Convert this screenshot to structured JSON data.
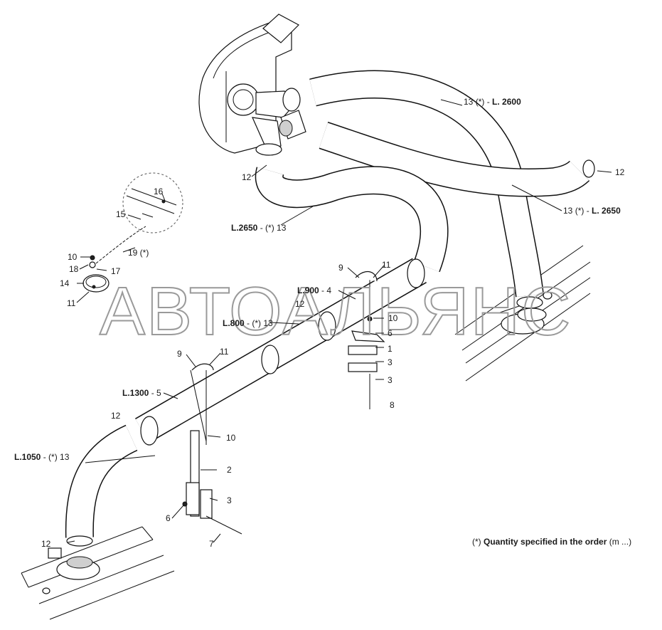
{
  "watermark": "АВТОАЛЬЯНС",
  "labels": {
    "hose_top_1": {
      "ref": "13",
      "qty": "(*)",
      "length": "L. 2600"
    },
    "hose_top_2": {
      "ref": "13",
      "qty": "(*)",
      "length": "L. 2650"
    },
    "hose_mid": {
      "length": "L.2650",
      "qty": "(*)",
      "ref": "13"
    },
    "pipe_900": {
      "length": "L.900",
      "ref": "4"
    },
    "hose_800": {
      "length": "L.800",
      "qty": "(*)",
      "ref": "13"
    },
    "pipe_1300": {
      "length": "L.1300",
      "ref": "5"
    },
    "hose_1050": {
      "length": "L.1050",
      "qty": "(*)",
      "ref": "13"
    }
  },
  "callouts": [
    "1",
    "2",
    "3",
    "3",
    "3",
    "6",
    "6",
    "7",
    "8",
    "9",
    "9",
    "10",
    "10",
    "10",
    "11",
    "11",
    "11",
    "12",
    "12",
    "12",
    "12",
    "12",
    "14",
    "15",
    "16",
    "17",
    "18",
    "19 (*)"
  ],
  "note": {
    "prefix": "(*)",
    "bold": "Quantity specified in the order",
    "suffix": "(m ...)"
  }
}
